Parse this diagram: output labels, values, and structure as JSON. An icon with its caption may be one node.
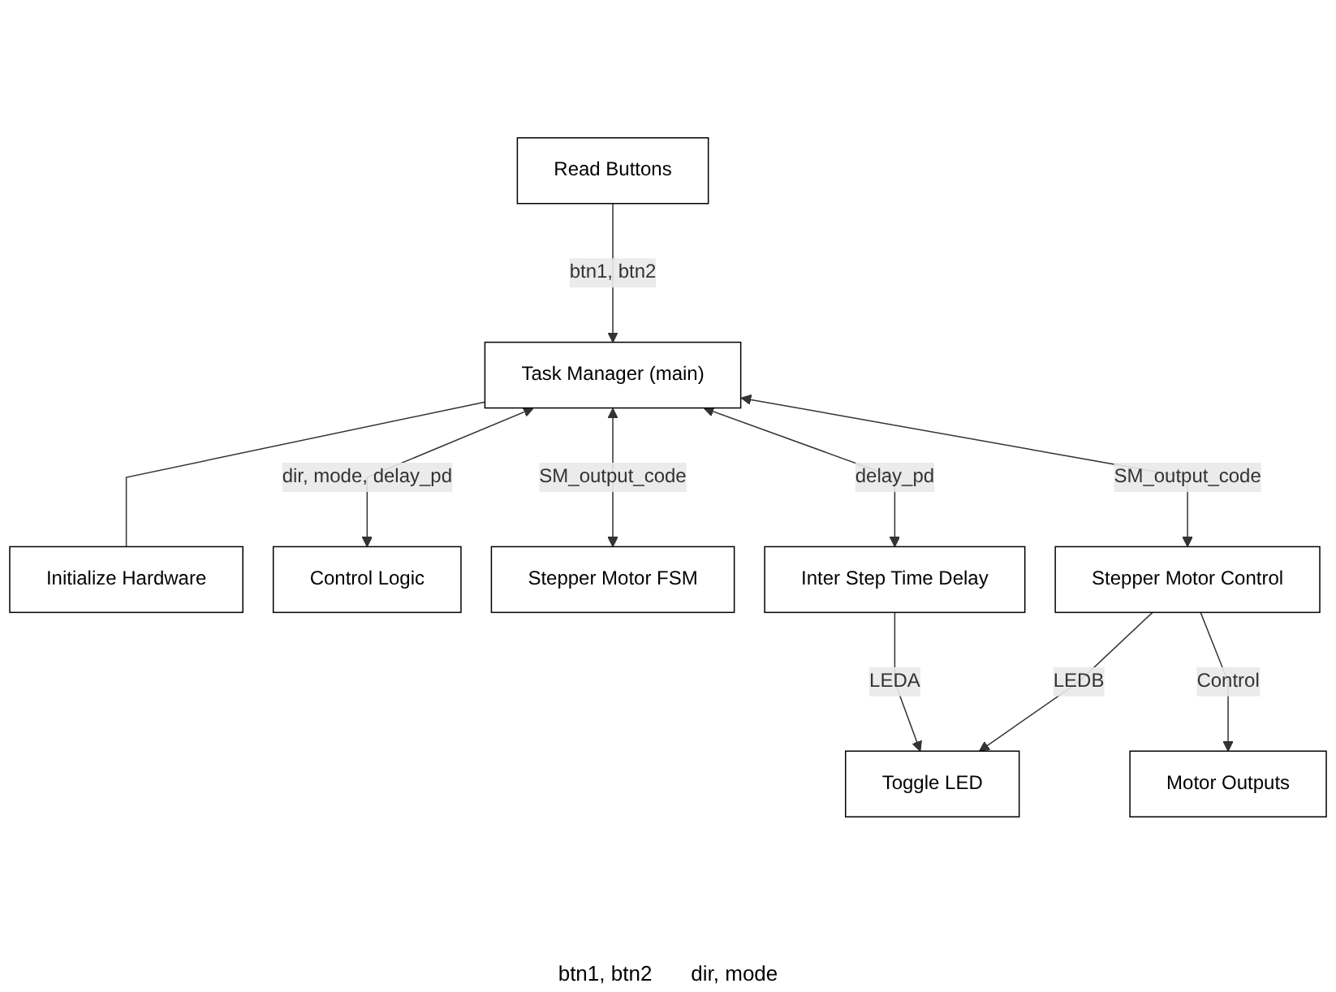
{
  "diagram": {
    "nodes": [
      {
        "text": [
          "Task Manager (main)"
        ]
      },
      {
        "text": [
          "Initialize Hardware"
        ]
      },
      {
        "text": [
          "Read Buttons"
        ]
      },
      {
        "text": [
          "Control Logic"
        ]
      },
      {
        "text": [
          "Stepper Motor FSM"
        ]
      },
      {
        "text": [
          "Inter Step Time Delay"
        ]
      },
      {
        "text": [
          "Stepper Motor Control"
        ]
      },
      {
        "text": [
          "Toggle LED"
        ]
      },
      {
        "text": [
          "Motor Outputs"
        ]
      }
    ],
    "edges": [
      {
        "from": 0,
        "to": 1,
        "arrow": "none"
      },
      {
        "from": 2,
        "to": 0,
        "arrow": "to",
        "label": "btn1, btn2"
      },
      {
        "from": 0,
        "to": 3,
        "arrow": "both",
        "label": "dir, mode, delay_pd"
      },
      {
        "from": 0,
        "to": 4,
        "arrow": "both",
        "label": "SM_output_code"
      },
      {
        "from": 0,
        "to": 5,
        "arrow": "both",
        "label": "delay_pd"
      },
      {
        "from": 0,
        "to": 6,
        "arrow": "both",
        "label": "SM_output_code"
      },
      {
        "from": 5,
        "to": 7,
        "arrow": "to",
        "label": "LEDA"
      },
      {
        "from": 6,
        "to": 7,
        "arrow": "to",
        "label": "LEDB"
      },
      {
        "from": 6,
        "to": 8,
        "arrow": "to",
        "label": "Control"
      }
    ],
    "labels": [
      "btn1, btn2",
      "dir, mode"
    ]
  }
}
